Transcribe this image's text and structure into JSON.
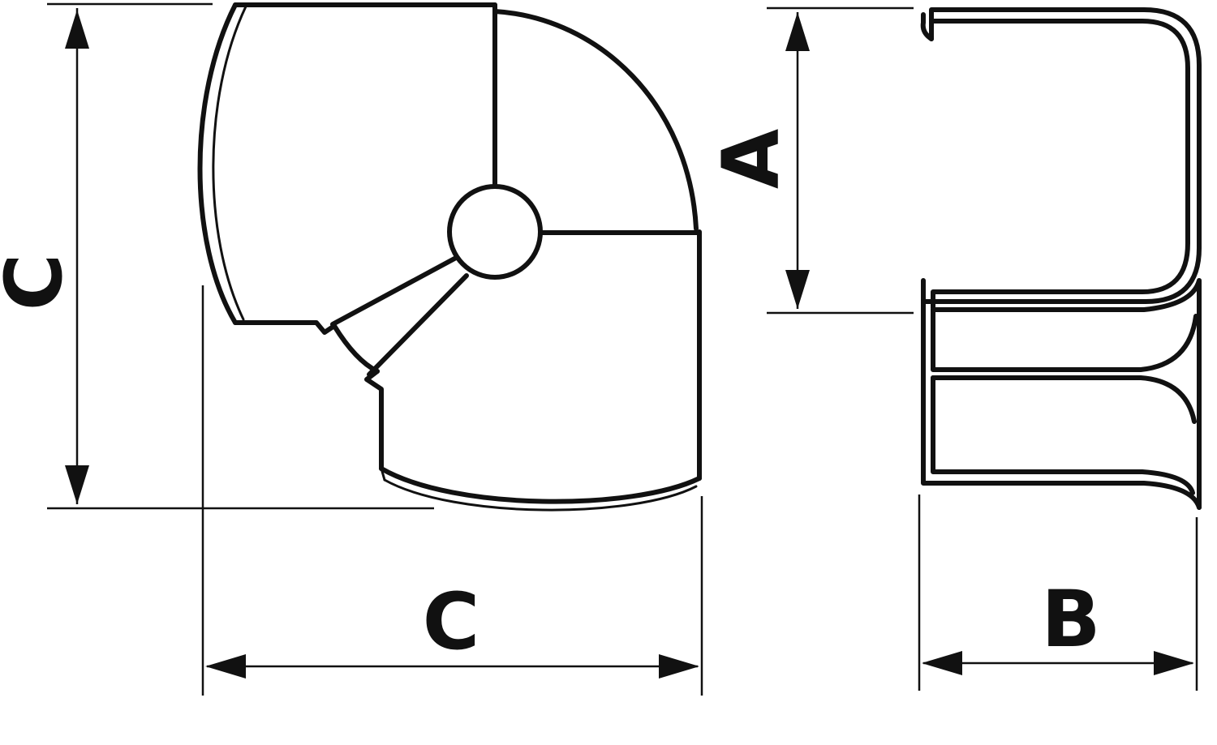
{
  "diagram": {
    "labels": {
      "left_height": "C",
      "bottom_width": "C",
      "right_height": "A",
      "right_width": "B"
    },
    "colors": {
      "line": "#111111",
      "background": "#ffffff"
    }
  }
}
